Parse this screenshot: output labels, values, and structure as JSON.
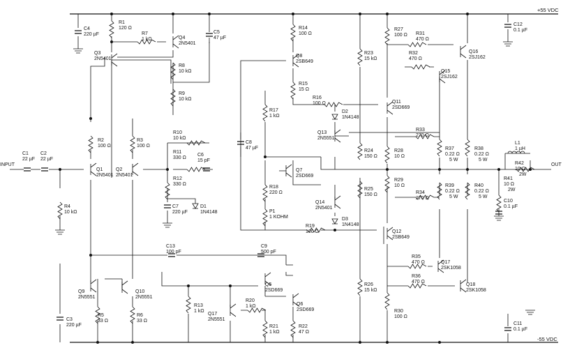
{
  "rails": {
    "pos": "+55 VDC",
    "neg": "-55 VDC"
  },
  "io": {
    "input": "INPUT",
    "output": "OUT"
  },
  "parts": [
    {
      "ref": "R1",
      "value": "120 Ω"
    },
    {
      "ref": "R7",
      "value": "1 kΩ"
    },
    {
      "ref": "Q4",
      "value": "2N5401"
    },
    {
      "ref": "C4",
      "value": "220 µF"
    },
    {
      "ref": "C5",
      "value": "47 µF"
    },
    {
      "ref": "Q3",
      "value": "2N5401"
    },
    {
      "ref": "R8",
      "value": "10 kΩ"
    },
    {
      "ref": "R9",
      "value": "10 kΩ"
    },
    {
      "ref": "R14",
      "value": "100 Ω"
    },
    {
      "ref": "Q8",
      "value": "2SB649"
    },
    {
      "ref": "R15",
      "value": "15 Ω"
    },
    {
      "ref": "R23",
      "value": "15 kΩ"
    },
    {
      "ref": "R27",
      "value": "100 Ω"
    },
    {
      "ref": "R31",
      "value": "470 Ω"
    },
    {
      "ref": "R32",
      "value": "470 Ω"
    },
    {
      "ref": "Q16",
      "value": "2SJ162"
    },
    {
      "ref": "Q15",
      "value": "2SJ162"
    },
    {
      "ref": "C12",
      "value": "0.1 µF"
    },
    {
      "ref": "R16",
      "value": "100 Ω"
    },
    {
      "ref": "Q11",
      "value": "2SD669"
    },
    {
      "ref": "D2",
      "value": "1N4148"
    },
    {
      "ref": "R17",
      "value": "1 kΩ"
    },
    {
      "ref": "C8",
      "value": "47 µF"
    },
    {
      "ref": "Q13",
      "value": "2N5551"
    },
    {
      "ref": "R33",
      "value": "270 Ω"
    },
    {
      "ref": "R2",
      "value": "100 Ω"
    },
    {
      "ref": "R3",
      "value": "100 Ω"
    },
    {
      "ref": "R10",
      "value": "10 kΩ"
    },
    {
      "ref": "R11",
      "value": "330 Ω"
    },
    {
      "ref": "C6",
      "value": "15 pF"
    },
    {
      "ref": "C1",
      "value": "22 µF"
    },
    {
      "ref": "C2",
      "value": "22 µF"
    },
    {
      "ref": "Q1",
      "value": "2N5401"
    },
    {
      "ref": "Q2",
      "value": "2N5401"
    },
    {
      "ref": "R12",
      "value": "330 Ω"
    },
    {
      "ref": "Q7",
      "value": "2SD669"
    },
    {
      "ref": "R24",
      "value": "150 Ω"
    },
    {
      "ref": "R28",
      "value": "10 Ω"
    },
    {
      "ref": "R37",
      "value": "0.22 Ω",
      "extra": "5 W"
    },
    {
      "ref": "R38",
      "value": "0.22 Ω",
      "extra": "5 W"
    },
    {
      "ref": "L1",
      "value": "1 µH"
    },
    {
      "ref": "R42",
      "value": "10 Ω",
      "extra": "2W"
    },
    {
      "ref": "R4",
      "value": "10 kΩ"
    },
    {
      "ref": "C7",
      "value": "220 µF"
    },
    {
      "ref": "D1",
      "value": "1N4148"
    },
    {
      "ref": "R18",
      "value": "220 Ω"
    },
    {
      "ref": "R25",
      "value": "150 Ω"
    },
    {
      "ref": "R29",
      "value": "10 Ω"
    },
    {
      "ref": "R34",
      "value": "270 Ω"
    },
    {
      "ref": "R39",
      "value": "0.22 Ω",
      "extra": "5 W"
    },
    {
      "ref": "R40",
      "value": "0.22 Ω",
      "extra": "5 W"
    },
    {
      "ref": "R41",
      "value": "10 Ω",
      "extra": "2W"
    },
    {
      "ref": "C10",
      "value": "0.1 µF"
    },
    {
      "ref": "Q14",
      "value": "2N5401"
    },
    {
      "ref": "P1",
      "value": "1 KOHM"
    },
    {
      "ref": "R19",
      "value": "100 Ω"
    },
    {
      "ref": "D3",
      "value": "1N4148"
    },
    {
      "ref": "Q12",
      "value": "2SB649"
    },
    {
      "ref": "C13",
      "value": "100 pF"
    },
    {
      "ref": "C9",
      "value": "500 pF"
    },
    {
      "ref": "R35",
      "value": "470 Ω"
    },
    {
      "ref": "Q17",
      "value": "2SK1058"
    },
    {
      "ref": "R36",
      "value": "470 Ω"
    },
    {
      "ref": "Q18",
      "value": "2SK1058"
    },
    {
      "ref": "Q9",
      "value": "2N5551"
    },
    {
      "ref": "Q10",
      "value": "2N5551"
    },
    {
      "ref": "Q5",
      "value": "2SD669"
    },
    {
      "ref": "R26",
      "value": "15 kΩ"
    },
    {
      "ref": "Q6",
      "value": "2SD669"
    },
    {
      "ref": "C3",
      "value": "220 µF"
    },
    {
      "ref": "R5",
      "value": "33 Ω"
    },
    {
      "ref": "R6",
      "value": "33 Ω"
    },
    {
      "ref": "R13",
      "value": "1 kΩ"
    },
    {
      "ref": "Q17b",
      "value": "2N5551"
    },
    {
      "ref": "R20",
      "value": "1 kΩ"
    },
    {
      "ref": "R21",
      "value": "1 kΩ"
    },
    {
      "ref": "R22",
      "value": "47 Ω"
    },
    {
      "ref": "R30",
      "value": "100 Ω"
    },
    {
      "ref": "C11",
      "value": "0.1 µF"
    }
  ]
}
